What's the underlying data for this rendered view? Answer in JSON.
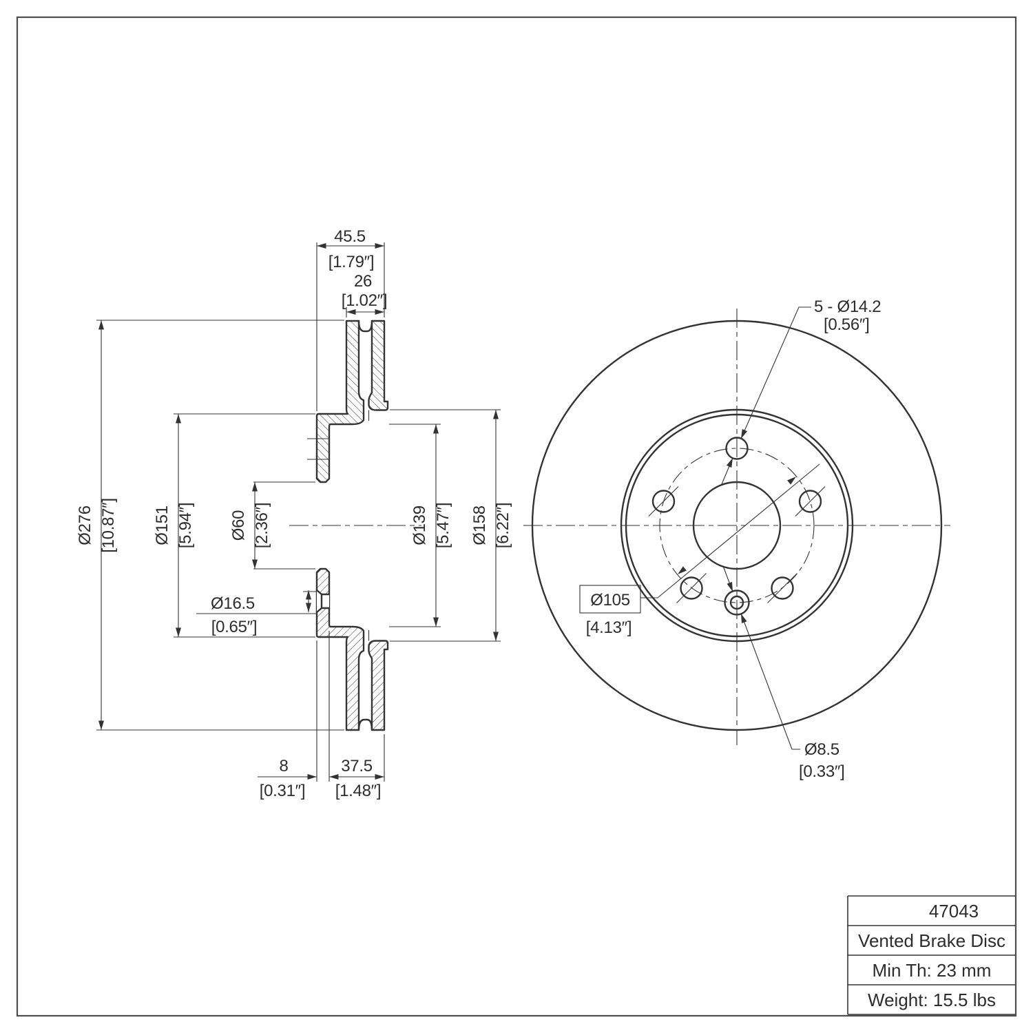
{
  "drawing": {
    "dims": {
      "overall_width_mm": "45.5",
      "overall_width_in": "[1.79″]",
      "disc_thickness_mm": "26",
      "disc_thickness_in": "[1.02″]",
      "outer_diameter_mm": "Ø276",
      "outer_diameter_in": "[10.87″]",
      "hat_diameter_mm": "Ø151",
      "hat_diameter_in": "[5.94″]",
      "bore_diameter_mm": "Ø60",
      "bore_diameter_in": "[2.36″]",
      "flange_hole_mm": "Ø16.5",
      "flange_hole_in": "[0.65″]",
      "inner_diameter_mm": "Ø139",
      "inner_diameter_in": "[5.47″]",
      "gap_diameter_mm": "Ø158",
      "gap_diameter_in": "[6.22″]",
      "flange_thickness_mm": "8",
      "flange_thickness_in": "[0.31″]",
      "hat_depth_mm": "37.5",
      "hat_depth_in": "[1.48″]",
      "lug_holes_mm": "5 - Ø14.2",
      "lug_holes_in": "[0.56″]",
      "bolt_circle_mm": "Ø105",
      "bolt_circle_in": "[4.13″]",
      "set_screw_hole_mm": "Ø8.5",
      "set_screw_hole_in": "[0.33″]"
    },
    "title_block": {
      "part_number": "47043",
      "product_name": "Vented Brake Disc",
      "min_thickness": "Min Th: 23 mm",
      "weight": "Weight: 15.5 lbs"
    },
    "colors": {
      "line": "#333333",
      "background": "#ffffff"
    }
  }
}
